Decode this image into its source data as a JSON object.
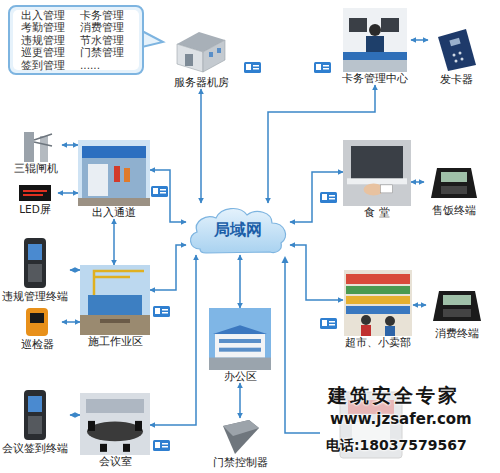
{
  "diagram": {
    "nodes": [
      {
        "text": [
          "出入管理",
          "卡务管理",
          "考勤管理",
          "消费管理",
          "违规管理",
          "节水管理",
          "巡更管理",
          "门禁管理",
          "签到管理",
          "......"
        ]
      },
      {
        "text": [
          "服务器机房"
        ]
      },
      {
        "text": [
          "卡务管理中心"
        ]
      },
      {
        "text": [
          "发卡器"
        ]
      },
      {
        "text": [
          "三辊闸机"
        ]
      },
      {
        "text": [
          "出入通道"
        ]
      },
      {
        "text": [
          "LED屏"
        ]
      },
      {
        "text": [
          "食 堂"
        ]
      },
      {
        "text": [
          "售饭终端"
        ]
      },
      {
        "text": [
          "局域网"
        ]
      },
      {
        "text": [
          "违规管理终端"
        ]
      },
      {
        "text": [
          "施工作业区"
        ]
      },
      {
        "text": [
          "超市、小卖部"
        ]
      },
      {
        "text": [
          "消费终端"
        ]
      },
      {
        "text": [
          "巡检器"
        ]
      },
      {
        "text": [
          "办公区"
        ]
      },
      {
        "text": [
          "会议签到终端"
        ]
      },
      {
        "text": [
          "会议室"
        ]
      },
      {
        "text": [
          "门禁控制器"
        ]
      }
    ],
    "edges": [
      {
        "from": 1,
        "to": 9,
        "arrow": "both"
      },
      {
        "from": 2,
        "to": 9,
        "arrow": "both"
      },
      {
        "from": 2,
        "to": 3,
        "arrow": "both"
      },
      {
        "from": 4,
        "to": 5,
        "arrow": "both"
      },
      {
        "from": 6,
        "to": 5,
        "arrow": "both"
      },
      {
        "from": 5,
        "to": 9,
        "arrow": "both"
      },
      {
        "from": 5,
        "to": 11,
        "arrow": "both"
      },
      {
        "from": 10,
        "to": 11,
        "arrow": "both"
      },
      {
        "from": 14,
        "to": 11,
        "arrow": "both"
      },
      {
        "from": 11,
        "to": 9,
        "arrow": "both"
      },
      {
        "from": 16,
        "to": 17,
        "arrow": "both"
      },
      {
        "from": 17,
        "to": 9,
        "arrow": "both"
      },
      {
        "from": 15,
        "to": 9,
        "arrow": "both"
      },
      {
        "from": 18,
        "to": 15,
        "arrow": "both"
      },
      {
        "from": 7,
        "to": 9,
        "arrow": "both"
      },
      {
        "from": 8,
        "to": 7,
        "arrow": "both"
      },
      {
        "from": 12,
        "to": 9,
        "arrow": "both"
      },
      {
        "from": 13,
        "to": 12,
        "arrow": "both"
      }
    ],
    "labels": [
      "建筑安全专家",
      "www.jzsafer.com",
      "电话:18037579567"
    ]
  }
}
